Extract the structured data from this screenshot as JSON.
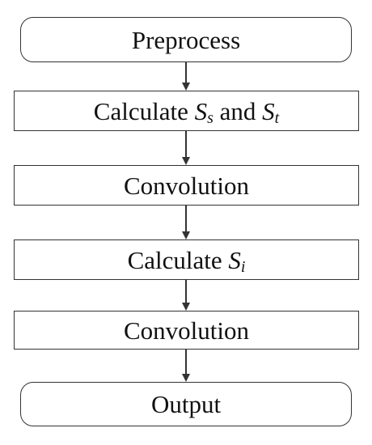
{
  "flowchart": {
    "nodes": [
      {
        "id": "preprocess",
        "shape": "rounded",
        "label": "Preprocess"
      },
      {
        "id": "calc-ss-st",
        "shape": "rect",
        "parts": [
          {
            "t": "Calculate "
          },
          {
            "t": "S",
            "i": true
          },
          {
            "t": "s",
            "sub": true
          },
          {
            "t": " and "
          },
          {
            "t": "S",
            "i": true
          },
          {
            "t": "t",
            "sub": true
          }
        ]
      },
      {
        "id": "convolution-1",
        "shape": "rect",
        "label": "Convolution"
      },
      {
        "id": "calc-si",
        "shape": "rect",
        "parts": [
          {
            "t": "Calculate "
          },
          {
            "t": "S",
            "i": true
          },
          {
            "t": "i",
            "sub": true
          }
        ]
      },
      {
        "id": "convolution-2",
        "shape": "rect",
        "label": "Convolution"
      },
      {
        "id": "output",
        "shape": "rounded",
        "label": "Output"
      }
    ],
    "edges": [
      [
        "preprocess",
        "calc-ss-st"
      ],
      [
        "calc-ss-st",
        "convolution-1"
      ],
      [
        "convolution-1",
        "calc-si"
      ],
      [
        "calc-si",
        "convolution-2"
      ],
      [
        "convolution-2",
        "output"
      ]
    ]
  }
}
